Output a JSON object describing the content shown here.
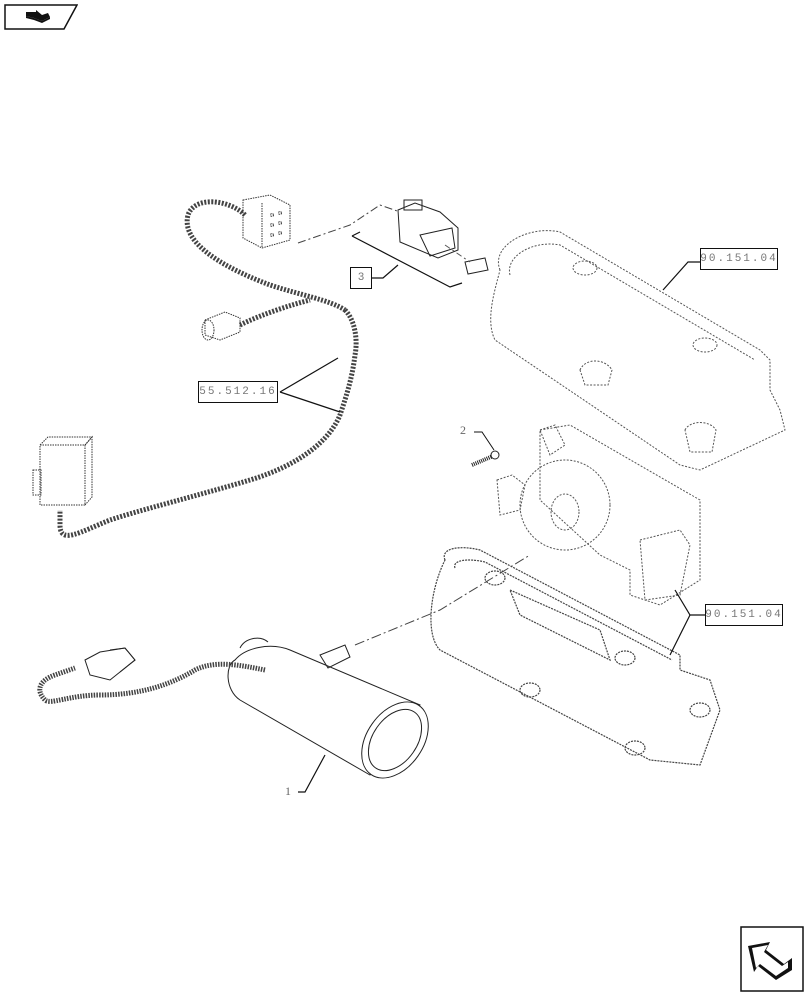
{
  "header": {
    "nav_icon": "previous-page-arrow-icon"
  },
  "footer": {
    "nav_icon": "next-page-arrow-icon"
  },
  "diagram": {
    "reference_labels": [
      {
        "id": "ref-90-151-04-top",
        "text": "90.151.04"
      },
      {
        "id": "ref-55-512-16",
        "text": "55.512.16"
      },
      {
        "id": "ref-90-151-04-bottom",
        "text": "90.151.04"
      },
      {
        "id": "ref-item-3",
        "text": "3"
      }
    ],
    "item_numbers": [
      {
        "id": "item-1",
        "text": "1"
      },
      {
        "id": "item-2",
        "text": "2"
      }
    ],
    "parts": [
      {
        "id": "wiring-harness",
        "name": "Wiring harness with connectors"
      },
      {
        "id": "rocker-switch",
        "name": "Rocker switch"
      },
      {
        "id": "upper-housing-cover",
        "name": "Upper housing cover"
      },
      {
        "id": "bolt",
        "name": "Bolt"
      },
      {
        "id": "motor-mount-housing",
        "name": "Motor mount housing"
      },
      {
        "id": "lower-base-plate",
        "name": "Lower base plate"
      },
      {
        "id": "electric-motor",
        "name": "Electric motor with cable and connector"
      }
    ],
    "colors": {
      "line": "#111111",
      "dashed_line": "#555555",
      "label_text": "#777777",
      "background": "#ffffff"
    }
  }
}
